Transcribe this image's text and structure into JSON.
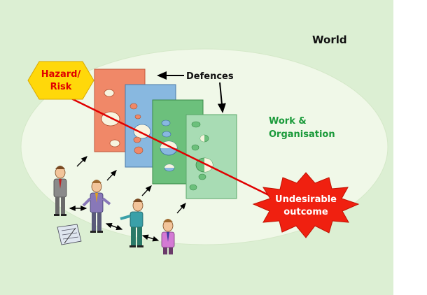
{
  "world_label": "World",
  "defences_label": "Defences",
  "organisation_label": {
    "line1": "Work &",
    "line2": "Organisation"
  },
  "hazard_label": {
    "line1": "Hazard/",
    "line2": "Risk"
  },
  "outcome_label": {
    "line1": "Undesirable",
    "line2": "outcome"
  },
  "colors": {
    "background": "#dcefd3",
    "ellipse": "#f0f8e8",
    "slice1": "#f08868",
    "slice2": "#88b8e0",
    "slice3": "#6cc07c",
    "slice4": "#a8dcb4",
    "hazard": "#ffd80a",
    "hazard_text": "#e00000",
    "outcome": "#f02010",
    "trajectory": "#e00000",
    "organisation_text": "#1a9a3a"
  }
}
